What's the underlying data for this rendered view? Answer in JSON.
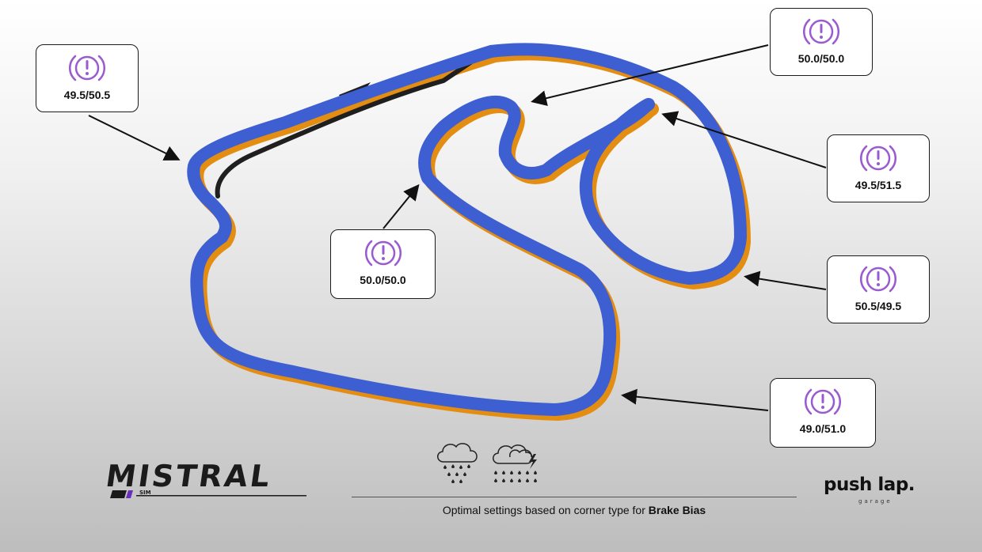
{
  "callouts": [
    {
      "id": "top-left",
      "value": "49.5/50.5"
    },
    {
      "id": "top-right",
      "value": "50.0/50.0"
    },
    {
      "id": "right-upper",
      "value": "49.5/51.5"
    },
    {
      "id": "center",
      "value": "50.0/50.0"
    },
    {
      "id": "right-middle",
      "value": "50.5/49.5"
    },
    {
      "id": "right-lower",
      "value": "49.0/51.0"
    }
  ],
  "caption": {
    "prefix": "Optimal settings based on corner type for ",
    "bold": "Brake Bias"
  },
  "logos": {
    "left_main": "MISTRAL",
    "left_sub": "SIM",
    "right_main": "push lap.",
    "right_sub": "garage"
  },
  "icons": {
    "callout_icon": "brake-warning-icon",
    "weather": [
      "rain-cloud-icon",
      "storm-cloud-icon"
    ]
  },
  "colors": {
    "track": "#3d5fd1",
    "track_edge": "#e38d12",
    "pit_lane": "#1f1f1f",
    "icon": "#9a5bd0"
  }
}
